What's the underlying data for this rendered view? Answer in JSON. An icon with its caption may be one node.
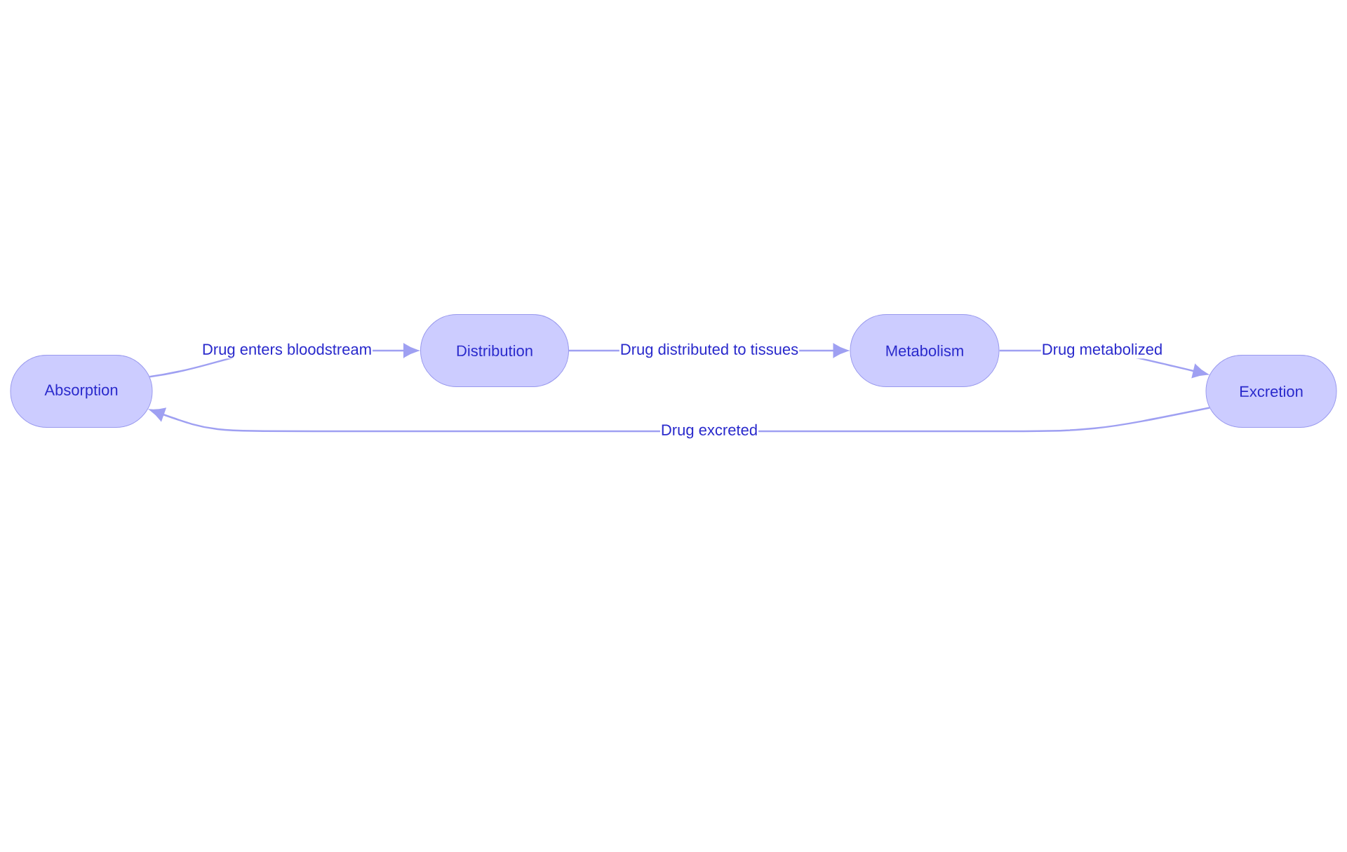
{
  "diagram": {
    "nodes": [
      {
        "text": [
          "Absorption"
        ]
      },
      {
        "text": [
          "Distribution"
        ]
      },
      {
        "text": [
          "Metabolism"
        ]
      },
      {
        "text": [
          "Excretion"
        ]
      }
    ],
    "edges": [
      {
        "from": 0,
        "to": 1,
        "arrow": "to",
        "label": "Drug enters bloodstream"
      },
      {
        "from": 1,
        "to": 2,
        "arrow": "to",
        "label": "Drug distributed to tissues"
      },
      {
        "from": 2,
        "to": 3,
        "arrow": "to",
        "label": "Drug metabolized"
      },
      {
        "from": 3,
        "to": 0,
        "arrow": "to",
        "label": "Drug excreted"
      }
    ]
  }
}
